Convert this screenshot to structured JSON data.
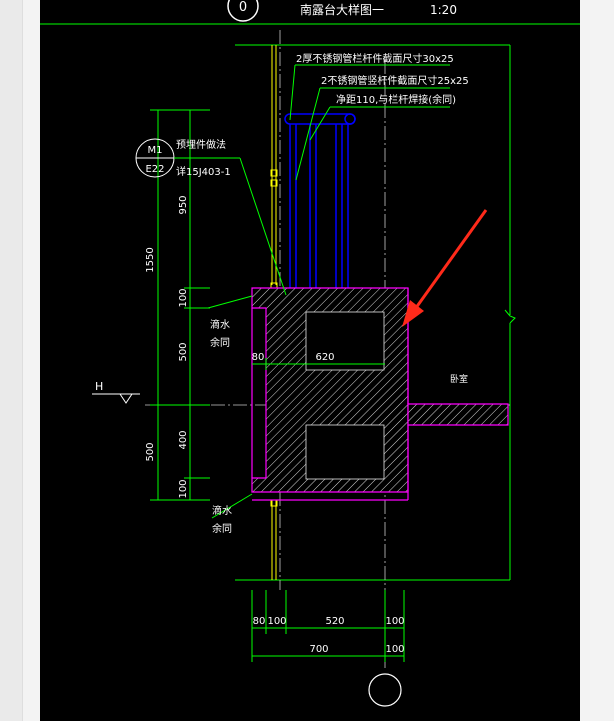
{
  "drawing": {
    "title": "南露台大样图一",
    "scale": "1:20",
    "top_axis_bubble": "0",
    "detail_ref_top": "M1",
    "detail_ref_bottom": "E22"
  },
  "callouts": {
    "top_rail": "2厚不锈钢管栏杆件截面尺寸30x25",
    "upright_rail": "2不锈钢管竖杆件截面尺寸25x25",
    "spacing_note": "净距110,与栏杆焊接(余同)",
    "embed_title": "预埋件做法",
    "embed_ref": "详15J403-1",
    "drip_1": "滴水",
    "same_1": "余同",
    "drip_2": "滴水",
    "same_2": "余同",
    "room": "卧室",
    "level_mark": "H"
  },
  "vertical_dims": {
    "outer_upper": "1550",
    "outer_lower": "500",
    "inner": [
      "950",
      "100",
      "500",
      "400",
      "100"
    ]
  },
  "horizontal_dims": {
    "inner_top": [
      "80",
      "620"
    ],
    "bottom_row1": [
      "80",
      "100",
      "520",
      "100"
    ],
    "bottom_row2": [
      "700",
      "100"
    ]
  },
  "colors": {
    "background": "#000000",
    "dim_green": "#00ff00",
    "wall_magenta": "#ff00ff",
    "rail_blue": "#0000ff",
    "annotation_red": "#ff2a1a",
    "hatch_white": "#e8e8e8",
    "grid_yellow": "#ffff00"
  }
}
